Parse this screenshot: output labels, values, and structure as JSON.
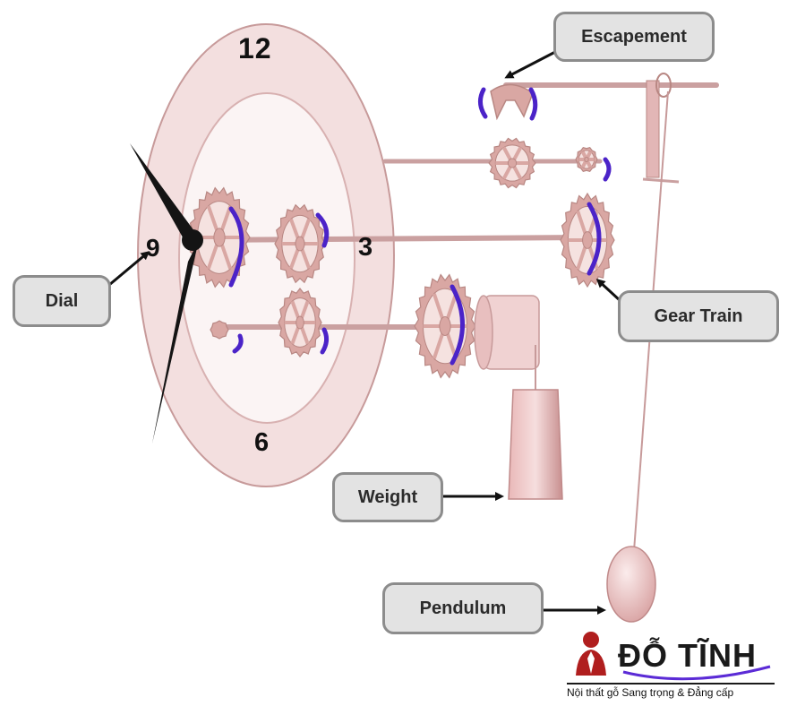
{
  "labels": {
    "escapement": "Escapement",
    "dial": "Dial",
    "gear_train": "Gear Train",
    "weight": "Weight",
    "pendulum": "Pendulum"
  },
  "dial_numbers": {
    "twelve": "12",
    "three": "3",
    "six": "6",
    "nine": "9"
  },
  "logo": {
    "name": "ĐỖ TĨNH",
    "tagline": "Nội thất gỗ Sang trọng & Đẳng cấp"
  },
  "colors": {
    "gear": "#d9a7a3",
    "gear_edge": "#b88783",
    "bushing": "#4b23c8",
    "dial_face": "#f3dfdf",
    "label_fill": "#e3e3e3",
    "label_border": "#8c8c8c",
    "arrow": "#111111",
    "logo_accent": "#b01e1e",
    "logo_swoosh": "#5b2bd6"
  },
  "icons": {
    "logo": "businessman-icon",
    "arrow": "arrow-icon"
  }
}
